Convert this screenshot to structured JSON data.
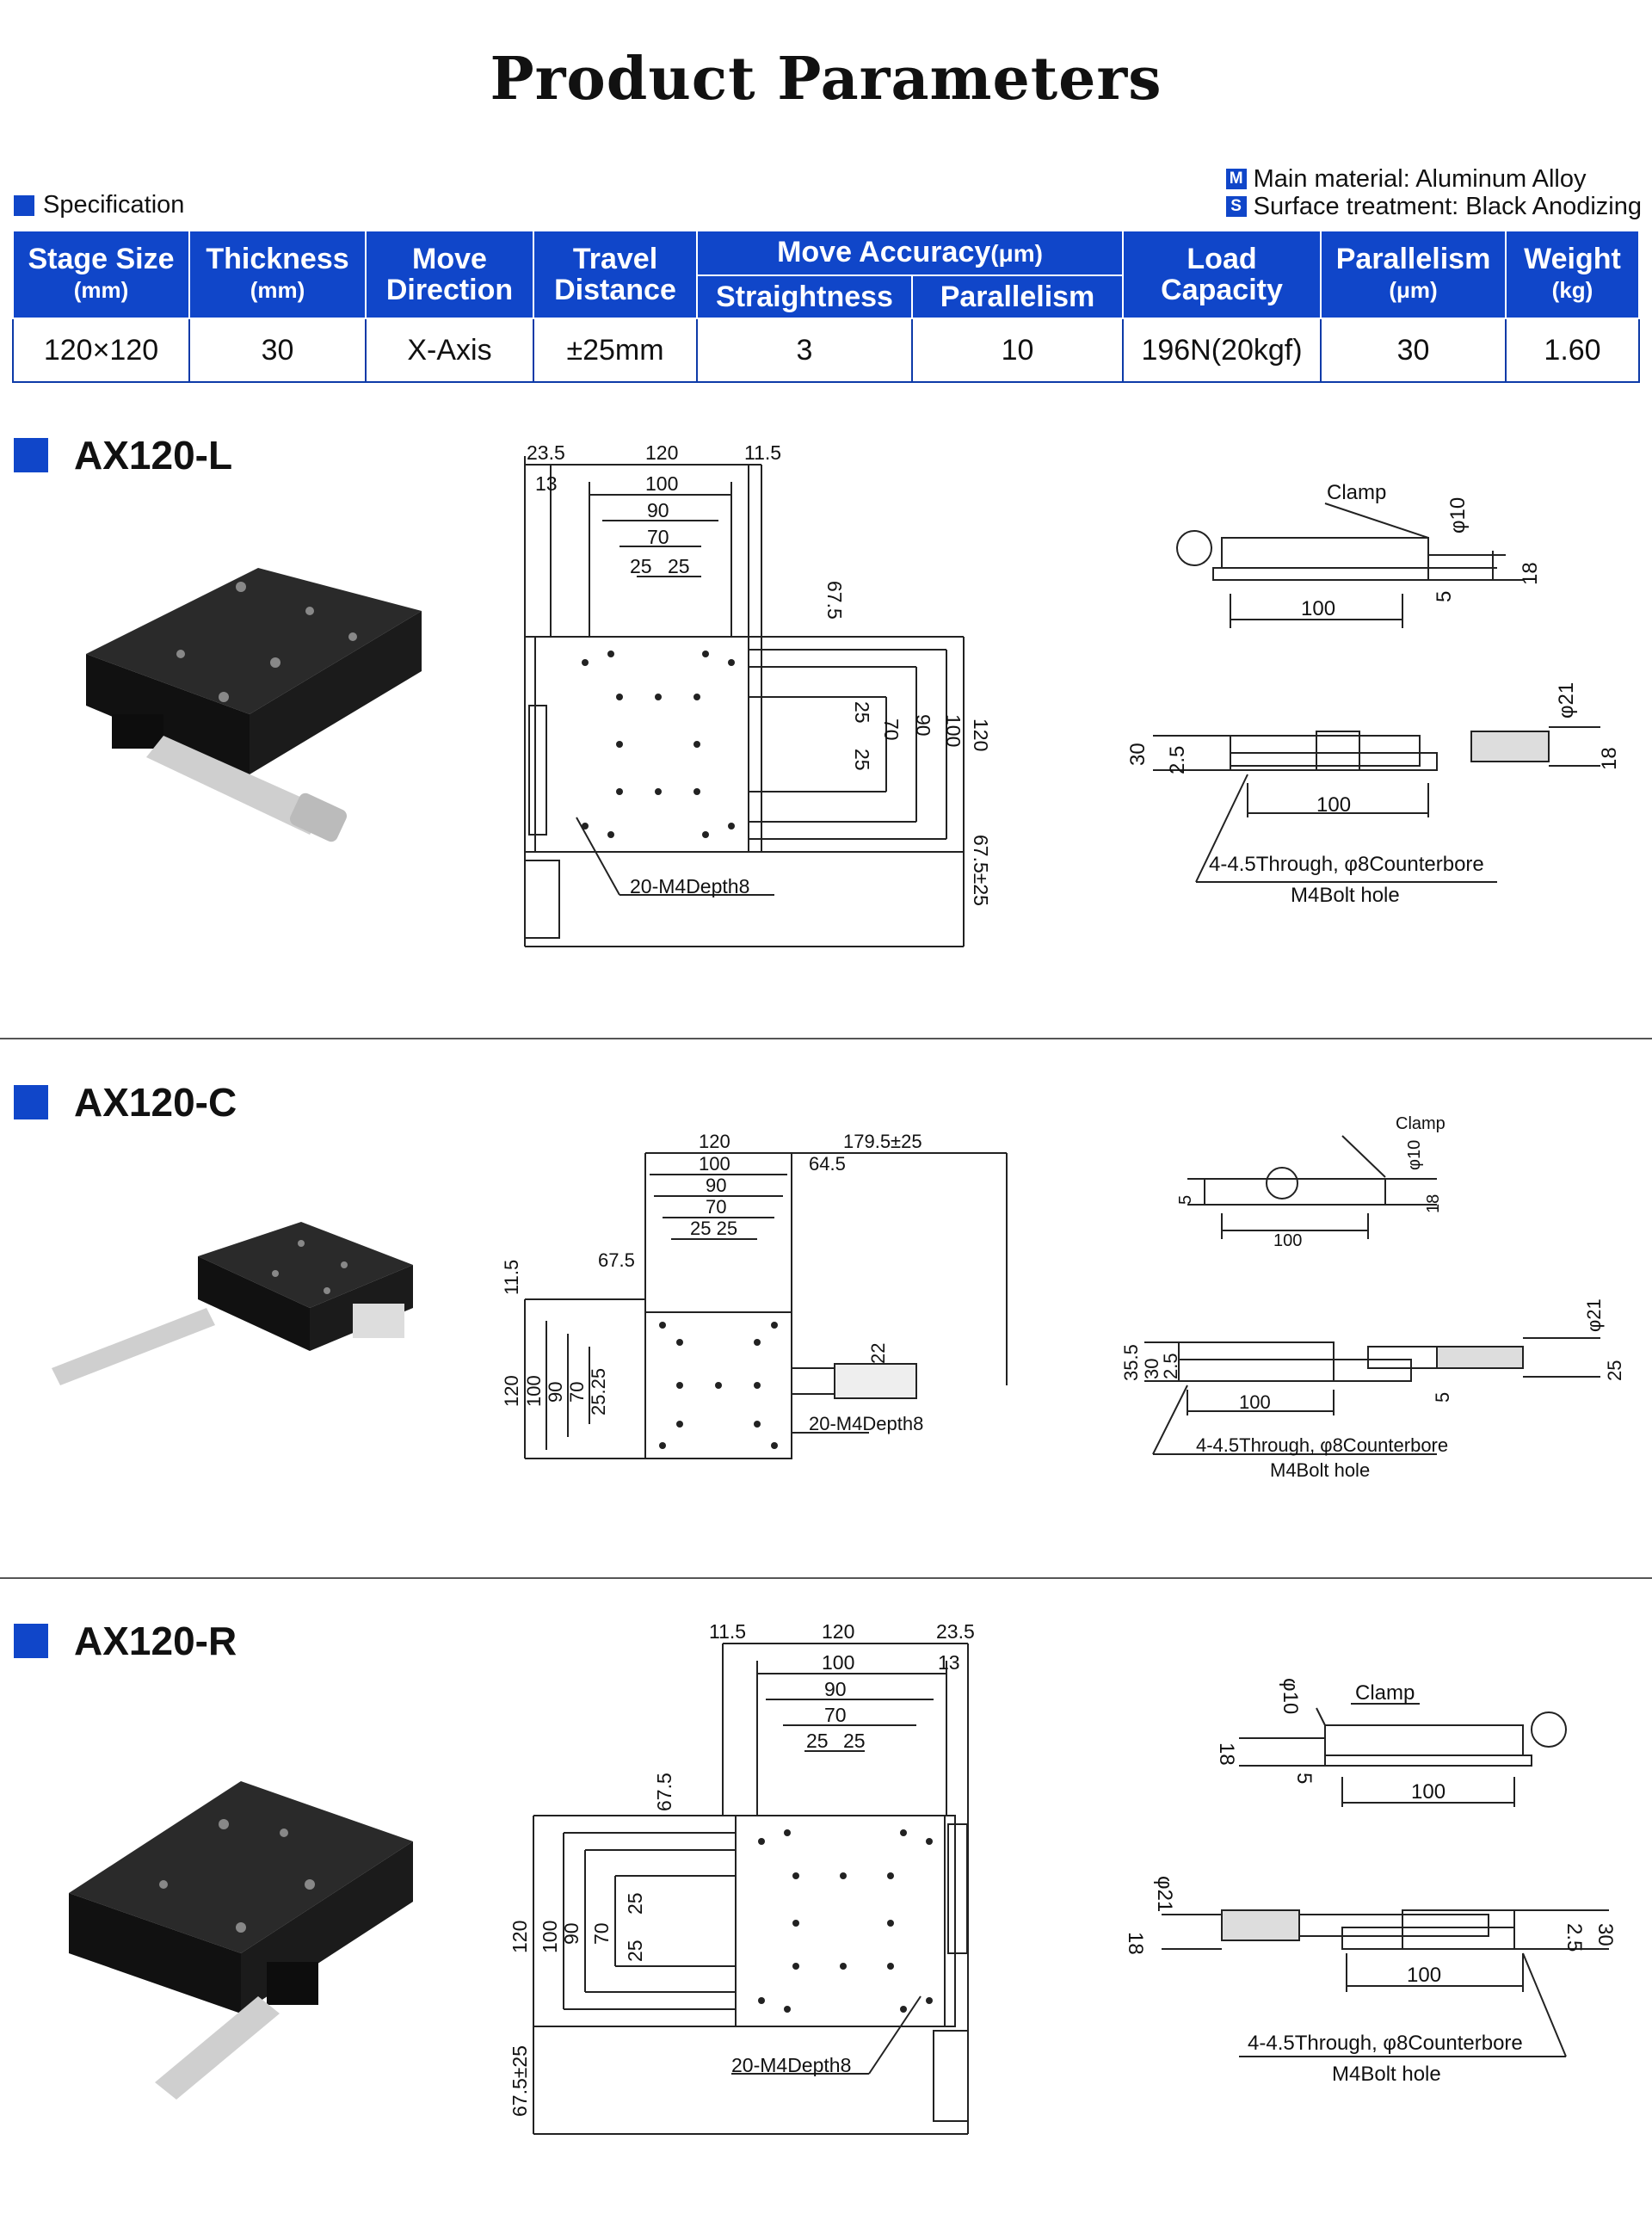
{
  "title": "Product Parameters",
  "spec_label": "Specification",
  "material": {
    "m_badge": "M",
    "m_text": "Main material: Aluminum Alloy",
    "s_badge": "S",
    "s_text": "Surface treatment: Black Anodizing"
  },
  "table": {
    "headers": {
      "stage_size": "Stage Size",
      "stage_size_unit": "(mm)",
      "thickness": "Thickness",
      "thickness_unit": "(mm)",
      "move_direction_1": "Move",
      "move_direction_2": "Direction",
      "travel_1": "Travel",
      "travel_2": "Distance",
      "move_accuracy": "Move Accuracy",
      "move_accuracy_unit": "(μm)",
      "straightness": "Straightness",
      "parallelism_sub": "Parallelism",
      "load_1": "Load",
      "load_2": "Capacity",
      "parallelism": "Parallelism",
      "parallelism_unit": "(μm)",
      "weight": "Weight",
      "weight_unit": "(kg)"
    },
    "row": {
      "stage_size": "120×120",
      "thickness": "30",
      "move_direction": "X-Axis",
      "travel": "±25mm",
      "straightness": "3",
      "parallelism_acc": "10",
      "load": "196N(20kgf)",
      "parallelism": "30",
      "weight": "1.60"
    }
  },
  "models": {
    "l": {
      "name": "AX120-L",
      "top": {
        "d1": "23.5",
        "d2": "120",
        "d3": "11.5",
        "d4": "13",
        "d5": "100",
        "d6": "90",
        "d7": "70",
        "d8": "25",
        "d9": "25",
        "d10": "67.5",
        "r1": "25",
        "r2": "25",
        "r3": "70",
        "r4": "90",
        "r5": "100",
        "r6": "120",
        "travel": "67.5±25",
        "holes": "20-M4Depth8"
      },
      "side": {
        "clamp": "Clamp",
        "phi10": "φ10",
        "h18": "18",
        "h5": "5",
        "w100": "100"
      },
      "front": {
        "phi21": "φ21",
        "h30": "30",
        "h25": "2.5",
        "h18": "18",
        "w100": "100",
        "bolt1": "4-4.5Through, φ8Counterbore",
        "bolt2": "M4Bolt hole"
      }
    },
    "c": {
      "name": "AX120-C",
      "top": {
        "d120": "120",
        "d100": "100",
        "d90": "90",
        "d70": "70",
        "d25": "25 25",
        "travel": "179.5±25",
        "d645": "64.5",
        "d675": "67.5",
        "d115": "11.5",
        "v120": "120",
        "v100": "100",
        "v90": "90",
        "v70": "70",
        "v25": "25.25",
        "d22": "22",
        "holes": "20-M4Depth8"
      },
      "side": {
        "clamp": "Clamp",
        "phi10": "φ10",
        "h5": "5",
        "h18": "18",
        "w100": "100"
      },
      "front": {
        "phi21": "φ21",
        "h355": "35.5",
        "h30": "30",
        "h25": "2.5",
        "h25r": "25",
        "h5": "5",
        "w100": "100",
        "bolt1": "4-4.5Through, φ8Counterbore",
        "bolt2": "M4Bolt hole"
      }
    },
    "r": {
      "name": "AX120-R",
      "top": {
        "d1": "11.5",
        "d2": "120",
        "d3": "23.5",
        "d4": "13",
        "d5": "100",
        "d6": "90",
        "d7": "70",
        "d8": "25",
        "d9": "25",
        "d10": "67.5",
        "v120": "120",
        "v100": "100",
        "v90": "90",
        "v70": "70",
        "v25a": "25",
        "v25b": "25",
        "travel": "67.5±25",
        "holes": "20-M4Depth8"
      },
      "side": {
        "clamp": "Clamp",
        "phi10": "φ10",
        "h18": "18",
        "h5": "5",
        "w100": "100"
      },
      "front": {
        "phi21": "φ21",
        "h18": "18",
        "h25": "2.5",
        "h30": "30",
        "w100": "100",
        "bolt1": "4-4.5Through, φ8Counterbore",
        "bolt2": "M4Bolt hole"
      }
    }
  }
}
